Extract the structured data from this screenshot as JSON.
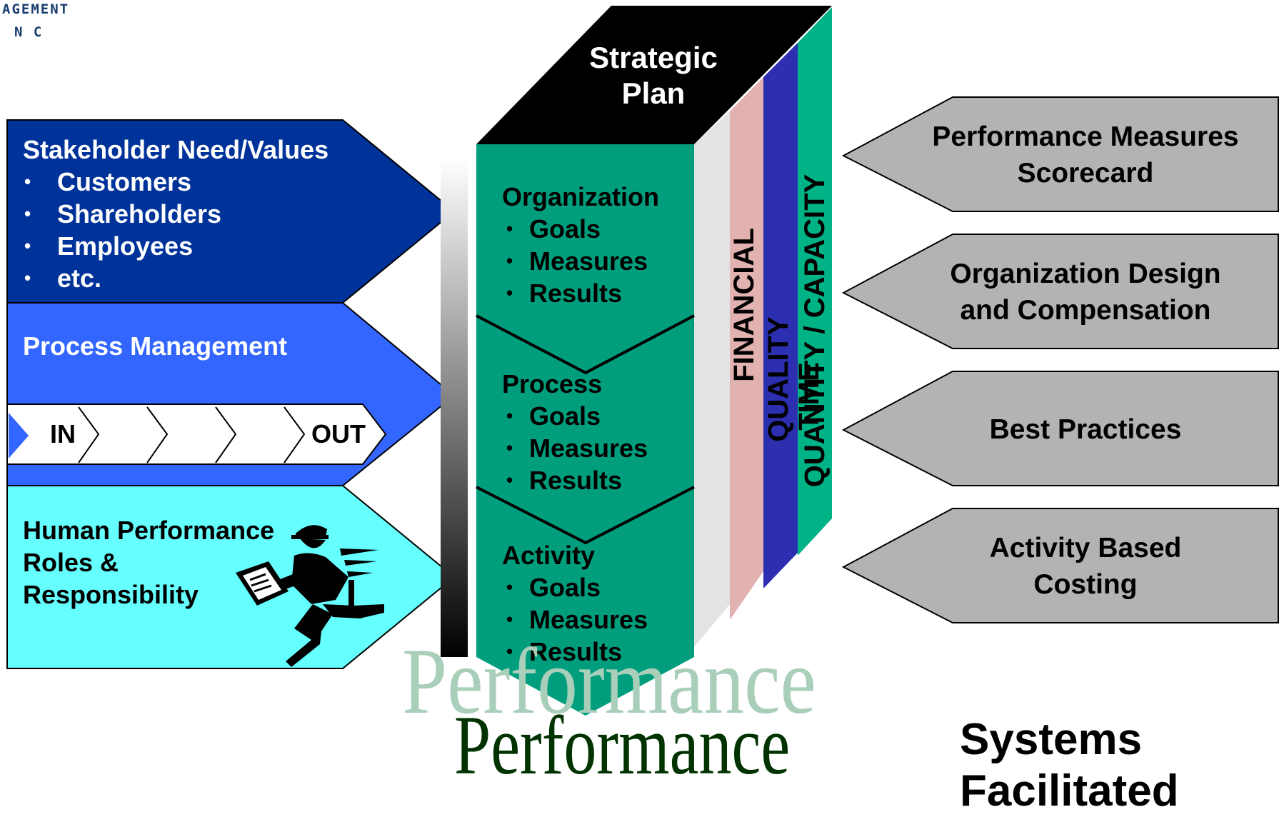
{
  "logo": {
    "line1": "AGEMENT",
    "line2": "N      C"
  },
  "left": {
    "stakeholder": {
      "title": "Stakeholder Need/Values",
      "items": [
        "Customers",
        "Shareholders",
        "Employees",
        "etc."
      ]
    },
    "process": {
      "title": "Process Management",
      "in_label": "IN",
      "out_label": "OUT"
    },
    "human": {
      "title_lines": [
        "Human Performance",
        "Roles &",
        "Responsibility"
      ]
    }
  },
  "center": {
    "strategic_plan": [
      "Strategic",
      "Plan"
    ],
    "sections": [
      {
        "title": "Organization",
        "items": [
          "Goals",
          "Measures",
          "Results"
        ]
      },
      {
        "title": "Process",
        "items": [
          "Goals",
          "Measures",
          "Results"
        ]
      },
      {
        "title": "Activity",
        "items": [
          "Goals",
          "Measures",
          "Results"
        ]
      }
    ],
    "stripes": [
      "FINANCIAL",
      "QUALITY",
      "TIME",
      "QUANTITY / CAPACITY"
    ]
  },
  "right": {
    "items": [
      [
        "Performance Measures",
        "Scorecard"
      ],
      [
        "Organization Design",
        "and Compensation"
      ],
      [
        "Best Practices"
      ],
      [
        "Activity Based",
        "Costing"
      ]
    ]
  },
  "bottom": {
    "performance_shadow": "Performance",
    "performance": "Performance",
    "systems_line1": "Systems",
    "systems_line2": "Facilitated"
  },
  "colors": {
    "dark_blue": "#003399",
    "medium_blue": "#3366ff",
    "cyan": "#66ffff",
    "teal": "#009e7d",
    "financial": "#e3e3e3",
    "quality": "#e2b2b0",
    "time": "#2b2fb0",
    "capacity": "#00b386",
    "gray": "#b3b3b3",
    "performance": "#003300"
  }
}
